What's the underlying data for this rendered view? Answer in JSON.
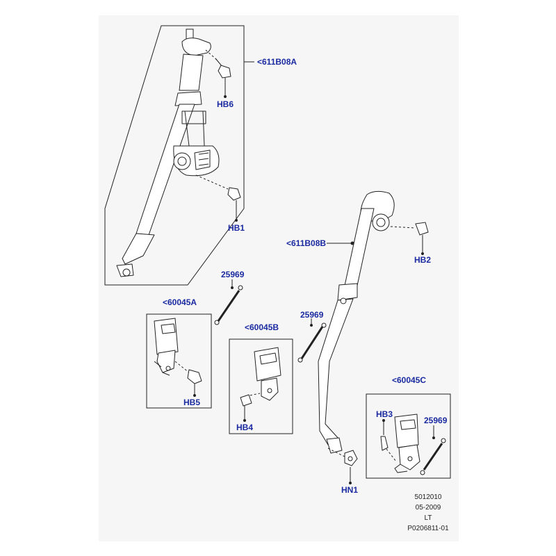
{
  "colors": {
    "label": "#1a2aa0",
    "ink": "#222222",
    "sheet": "#f6f6f6"
  },
  "callouts": {
    "p611b08a": "<611B08A",
    "hb6": "HB6",
    "hb1": "HB1",
    "p611b08b": "<611B08B",
    "hb2": "HB2",
    "p25969_a": "25969",
    "p60045a": "<60045A",
    "hb5": "HB5",
    "p60045b": "<60045B",
    "p25969_b": "25969",
    "hb4": "HB4",
    "p60045c": "<60045C",
    "hb3": "HB3",
    "p25969_c": "25969",
    "hn1": "HN1"
  },
  "footer": {
    "code": "5012010",
    "date": "05-2009",
    "region": "LT",
    "ref": "P0206811-01"
  }
}
